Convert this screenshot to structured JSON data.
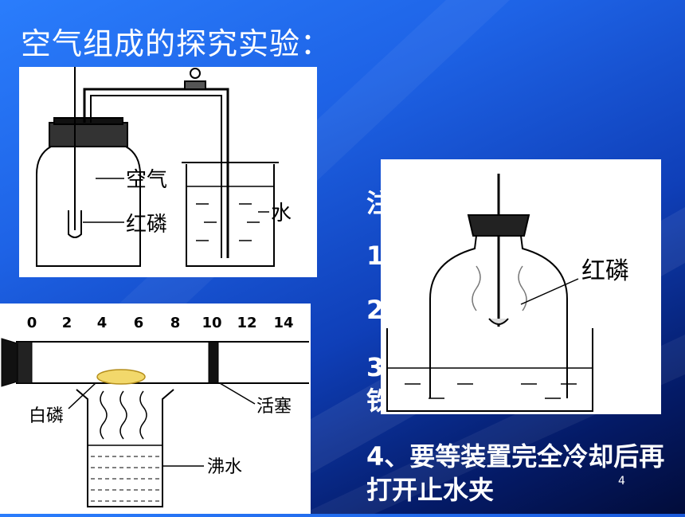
{
  "slide": {
    "title": "空气组成的探究实验：",
    "page_number": "4"
  },
  "figure_a": {
    "label_air": "空气",
    "label_red_phosphorus": "红磷",
    "label_water": "水"
  },
  "figure_b": {
    "ruler_ticks": [
      "0",
      "2",
      "4",
      "6",
      "8",
      "10",
      "12",
      "14"
    ],
    "label_white_phosphorus": "白磷",
    "label_piston": "活塞",
    "label_boiling_water": "沸水"
  },
  "figure_c": {
    "label_red_phosphorus": "红磷"
  },
  "notes": {
    "heading": "注",
    "item1": "1",
    "item2": "2",
    "item3": "3",
    "item3_line2": "铁",
    "item4": "4、要等装置完全冷却后再打开止水夹"
  }
}
